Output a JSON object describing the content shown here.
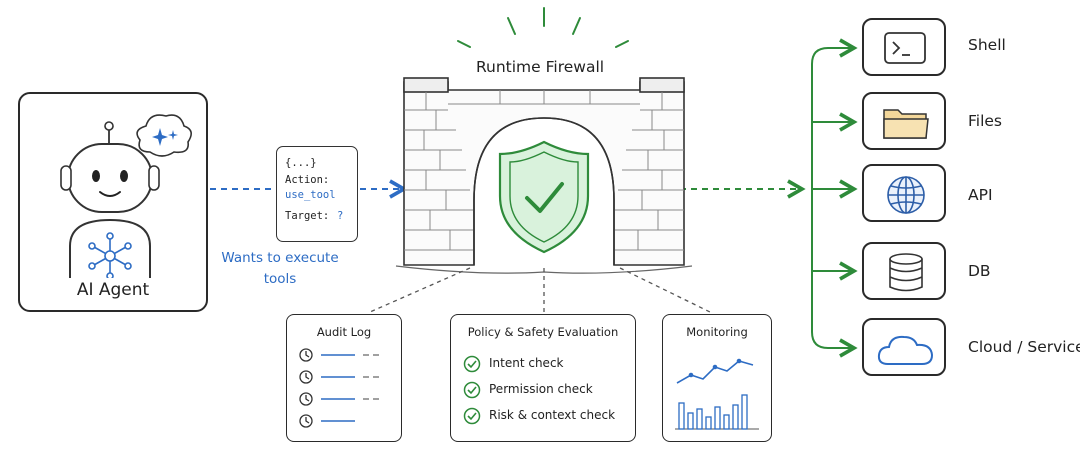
{
  "agent": {
    "label": "AI Agent"
  },
  "payload": {
    "brackets": "{...}",
    "action_key": "Action:",
    "action_value": "use_tool",
    "target_key": "Target:",
    "target_value": "?"
  },
  "intent_caption": "Wants to execute tools",
  "firewall": {
    "title": "Runtime Firewall"
  },
  "audit_log": {
    "title": "Audit Log",
    "rows": 4
  },
  "policy": {
    "title": "Policy & Safety Evaluation",
    "checks": [
      "Intent check",
      "Permission check",
      "Risk & context check"
    ]
  },
  "monitoring": {
    "title": "Monitoring"
  },
  "tools": [
    {
      "label": "Shell",
      "icon": "terminal-icon"
    },
    {
      "label": "Files",
      "icon": "folder-icon"
    },
    {
      "label": "API",
      "icon": "globe-icon"
    },
    {
      "label": "DB",
      "icon": "database-icon"
    },
    {
      "label": "Cloud / Service",
      "icon": "cloud-icon"
    }
  ],
  "colors": {
    "blue": "#2d6cc4",
    "green": "#2e8b3a",
    "ink": "#2a2a2a"
  }
}
